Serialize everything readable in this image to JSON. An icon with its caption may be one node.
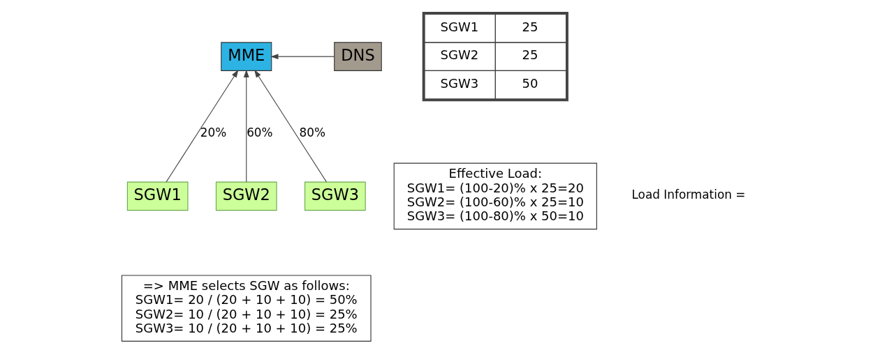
{
  "diagram": {
    "nodes": [
      {
        "text": [
          "MME"
        ]
      },
      {
        "text": [
          "DNS"
        ]
      },
      {
        "text": [
          "SGW1"
        ]
      },
      {
        "text": [
          "SGW2"
        ]
      },
      {
        "text": [
          "SGW3"
        ]
      },
      {
        "text": [
          "=> MME selects SGW as follows:",
          "SGW1= 20 / (20 + 10 + 10) = 50%",
          "SGW2= 10 / (20 + 10 + 10) = 25%",
          "SGW3= 10 / (20 + 10 + 10) = 25%"
        ]
      },
      {
        "text": [
          "Effective Load:",
          "SGW1= (100-20)% x 25=20",
          "SGW2= (100-60)% x 25=10",
          "SGW3= (100-80)% x 50=10"
        ]
      }
    ],
    "edges": [
      {
        "from": 1,
        "to": 0,
        "arrow": "to"
      },
      {
        "from": 2,
        "to": 0,
        "arrow": "to",
        "label": "20%"
      },
      {
        "from": 3,
        "to": 0,
        "arrow": "to",
        "label": "60%"
      },
      {
        "from": 4,
        "to": 0,
        "arrow": "to",
        "label": "80%"
      }
    ],
    "labels": [
      "Load Information =",
      "SGW1",
      "25",
      "SGW2",
      "25",
      "SGW3",
      "50"
    ]
  }
}
